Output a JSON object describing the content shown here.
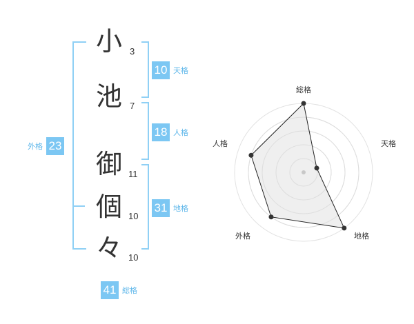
{
  "name": {
    "chars": [
      {
        "char": "小",
        "strokes": "3"
      },
      {
        "char": "池",
        "strokes": "7"
      },
      {
        "char": "御",
        "strokes": "11"
      },
      {
        "char": "個",
        "strokes": "10"
      },
      {
        "char": "々",
        "strokes": "10"
      }
    ]
  },
  "fortunes": {
    "tenkaku": {
      "value": "10",
      "label": "天格"
    },
    "jinkaku": {
      "value": "18",
      "label": "人格"
    },
    "chikaku": {
      "value": "31",
      "label": "地格"
    },
    "gaikaku": {
      "value": "23",
      "label": "外格"
    },
    "soukaku": {
      "value": "41",
      "label": "総格"
    }
  },
  "colors": {
    "accent": "#7cc7f3",
    "bracket": "#8fd0f5",
    "text": "#333333"
  },
  "chart_data": {
    "type": "radar",
    "axes": [
      "総格",
      "天格",
      "地格",
      "外格",
      "人格"
    ],
    "scale_max": 5,
    "rings": 5,
    "values": [
      5,
      1,
      5,
      4,
      4
    ]
  }
}
